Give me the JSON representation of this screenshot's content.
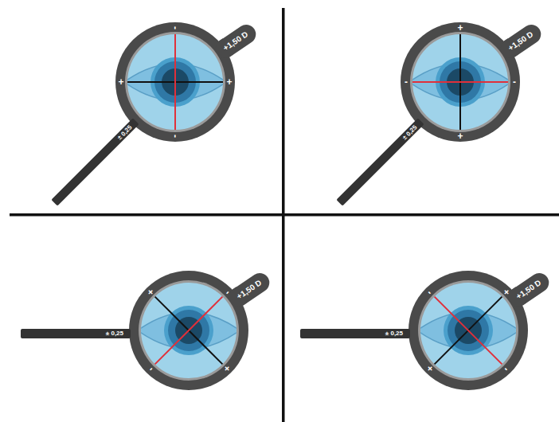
{
  "diagram": {
    "nodes": [
      {
        "text": [
          "+1,50 D"
        ]
      },
      {
        "text": [
          "± 0,25"
        ]
      },
      {
        "text": [
          "+1,50 D"
        ]
      },
      {
        "text": [
          "± 0,25"
        ]
      },
      {
        "text": [
          "+1,50 D"
        ]
      },
      {
        "text": [
          "± 0,25"
        ]
      },
      {
        "text": [
          "+1,50 D"
        ]
      },
      {
        "text": [
          "± 0,25"
        ]
      }
    ],
    "labels": [
      "-",
      "+",
      "+",
      "-",
      "+",
      "-",
      "-",
      "+",
      "+",
      "-",
      "-",
      "+",
      "-",
      "+",
      "+",
      "-"
    ]
  }
}
